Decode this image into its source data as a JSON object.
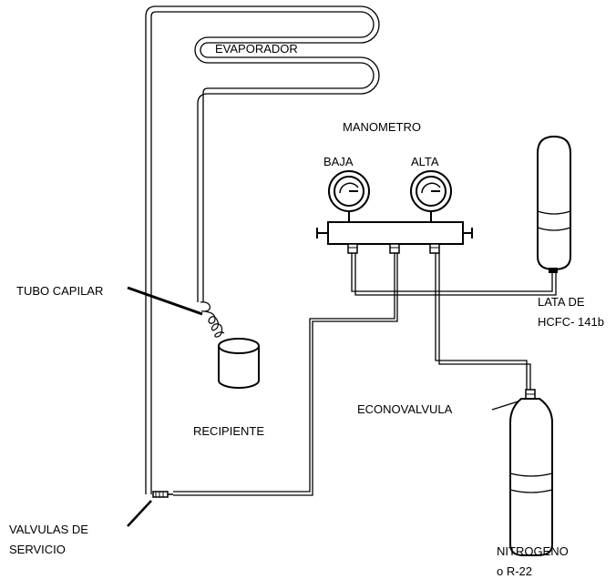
{
  "labels": {
    "evaporador": "EVAPORADOR",
    "manometro": "MANOMETRO",
    "baja": "BAJA",
    "alta": "ALTA",
    "tubo_capilar": "TUBO CAPILAR",
    "recipiente": "RECIPIENTE",
    "econovalvula": "ECONOVALVULA",
    "lata_line1": "LATA DE",
    "lata_line2": "HCFC- 141b",
    "valvulas_line1": "VALVULAS DE",
    "valvulas_line2": "SERVICIO",
    "nitrogeno_line1": "NITROGENO",
    "nitrogeno_line2": "o R-22"
  },
  "colors": {
    "line": "#000000",
    "background": "#ffffff"
  }
}
